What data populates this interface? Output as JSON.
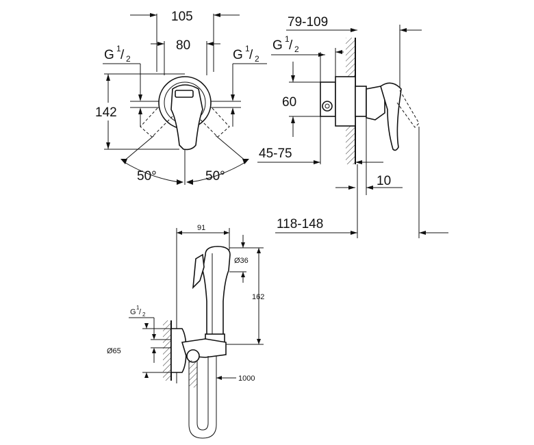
{
  "front_view": {
    "dim_overall_width": "105",
    "dim_inner_width": "80",
    "dim_height": "142",
    "inlet_left": {
      "base": "G",
      "num": "1",
      "den": "2"
    },
    "inlet_right": {
      "base": "G",
      "num": "1",
      "den": "2"
    },
    "angle_left": "50°",
    "angle_right": "50°"
  },
  "side_view": {
    "dim_depth_range": "79-109",
    "dim_inlet_spacing": "60",
    "dim_wall_offset": "45-75",
    "dim_plate": "10",
    "dim_total_range": "118-148",
    "inlet": {
      "base": "G",
      "num": "1",
      "den": "2"
    }
  },
  "shower_view": {
    "dim_head_reach": "91",
    "dim_head_diameter": "Ø36",
    "dim_head_length": "162",
    "dim_elbow_diameter": "Ø65",
    "dim_hose_length": "1000",
    "inlet": {
      "base": "G",
      "num": "1",
      "den": "2"
    }
  }
}
